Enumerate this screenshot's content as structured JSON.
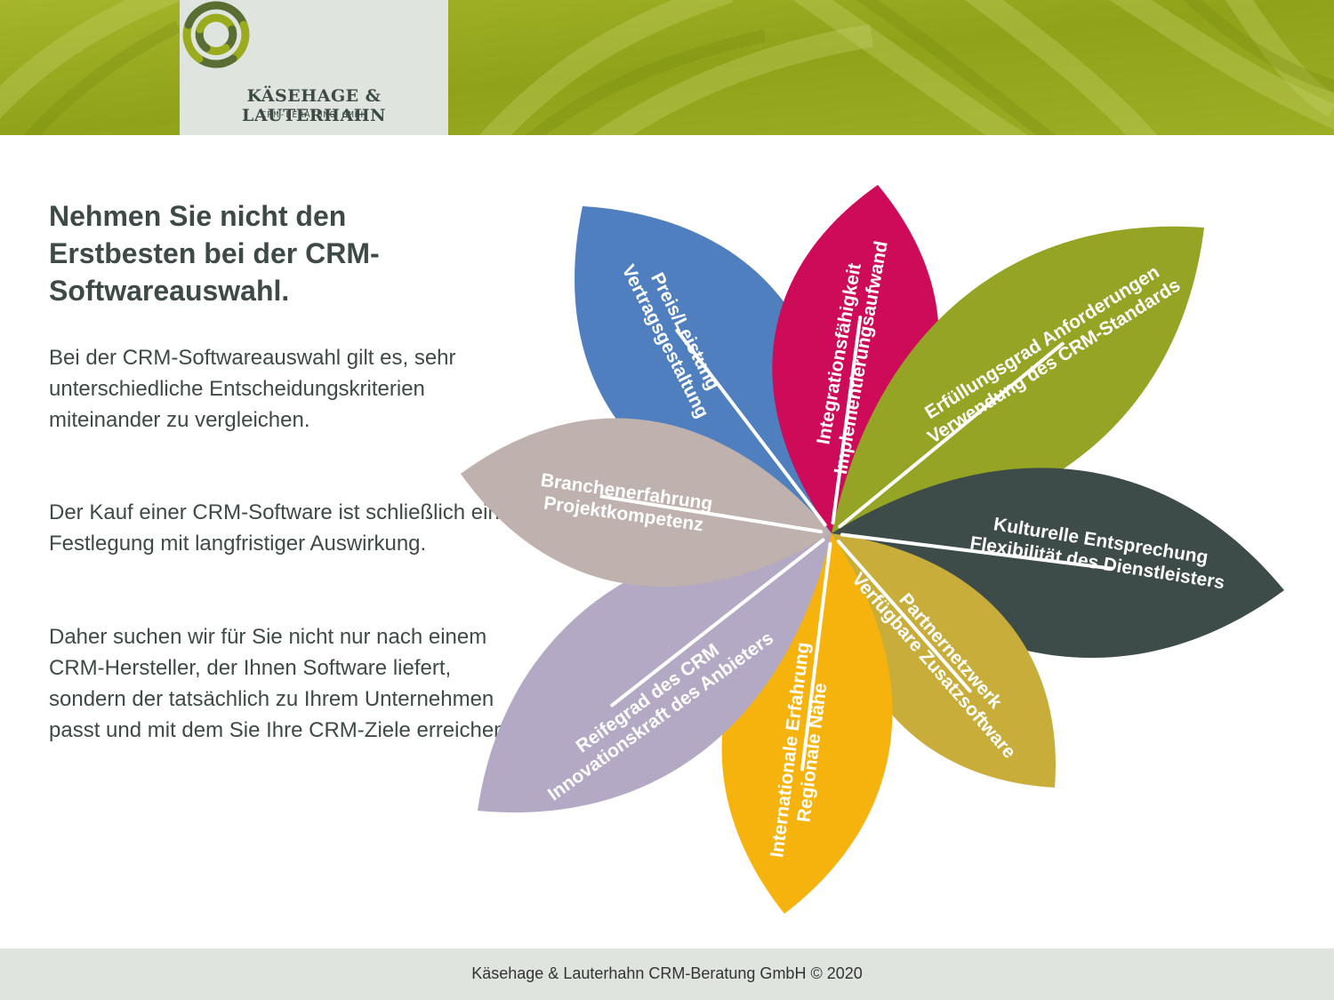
{
  "header": {
    "company_name": "KÄSEHAGE & LAUTERHAHN",
    "company_sub": "CRM-BERATUNG GMBH",
    "logo_icon": "swirl-logo-icon",
    "banner_color": "#9aab1e"
  },
  "content": {
    "headline": "Nehmen Sie nicht den Erstbesten bei der CRM-Softwareauswahl.",
    "paragraphs": [
      "Bei der CRM-Softwareauswahl gilt es, sehr unterschiedliche Entscheidungskriterien miteinander zu vergleichen.",
      "Der Kauf einer CRM-Software ist schließlich eine Festlegung mit langfristiger Auswirkung.",
      "Daher suchen wir für Sie nicht nur nach einem CRM-Hersteller, der Ihnen Software liefert, sondern der tatsächlich zu Ihrem Unternehmen passt und mit dem Sie Ihre CRM-Ziele erreichen."
    ]
  },
  "flower": {
    "petals": [
      {
        "line1": "Preis/Leistung",
        "line2": "Vertragsgestaltung",
        "color": "#4f7fbe"
      },
      {
        "line1": "Integrationsfähigkeit",
        "line2": "Implementierungsaufwand",
        "color": "#cd0b58"
      },
      {
        "line1": "Erfüllungsgrad Anforderungen",
        "line2": "Verwendung des CRM-Standards",
        "color": "#95a424"
      },
      {
        "line1": "Kulturelle Entsprechung",
        "line2": "Flexibilität des Dienstleisters",
        "color": "#3d4c48"
      },
      {
        "line1": "Partnernetzwerk",
        "line2": "Verfügbare Zusatzsoftware",
        "color": "#c8ad3b"
      },
      {
        "line1": "Internationale Erfahrung",
        "line2": "Regionale Nähe",
        "color": "#f7b30d"
      },
      {
        "line1": "Reifegrad des CRM",
        "line2": "Innovationskraft des Anbieters",
        "color": "#b3a9c5"
      },
      {
        "line1": "Branchenerfahrung",
        "line2": "Projektkompetenz",
        "color": "#bfb1ad"
      }
    ]
  },
  "footer": {
    "text": "Käsehage & Lauterhahn CRM-Beratung GmbH © 2020"
  }
}
